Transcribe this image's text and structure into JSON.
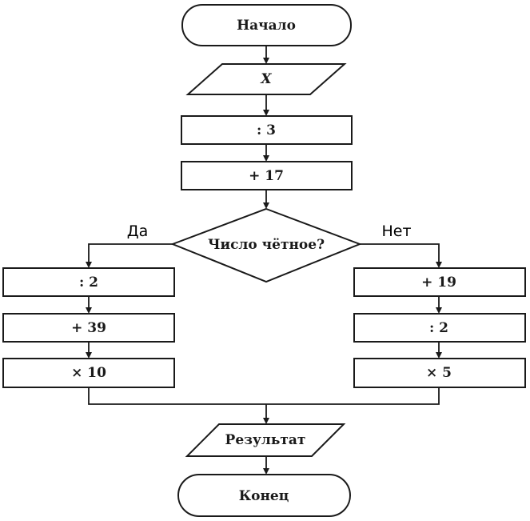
{
  "flowchart": {
    "start": "Начало",
    "input": "X",
    "step1": ": 3",
    "step2": "+ 17",
    "decision": "Число чётное?",
    "yes_label": "Да",
    "no_label": "Нет",
    "yes_branch": [
      ": 2",
      "+ 39",
      "× 10"
    ],
    "no_branch": [
      "+ 19",
      ": 2",
      "× 5"
    ],
    "output": "Результат",
    "end": "Конец"
  }
}
